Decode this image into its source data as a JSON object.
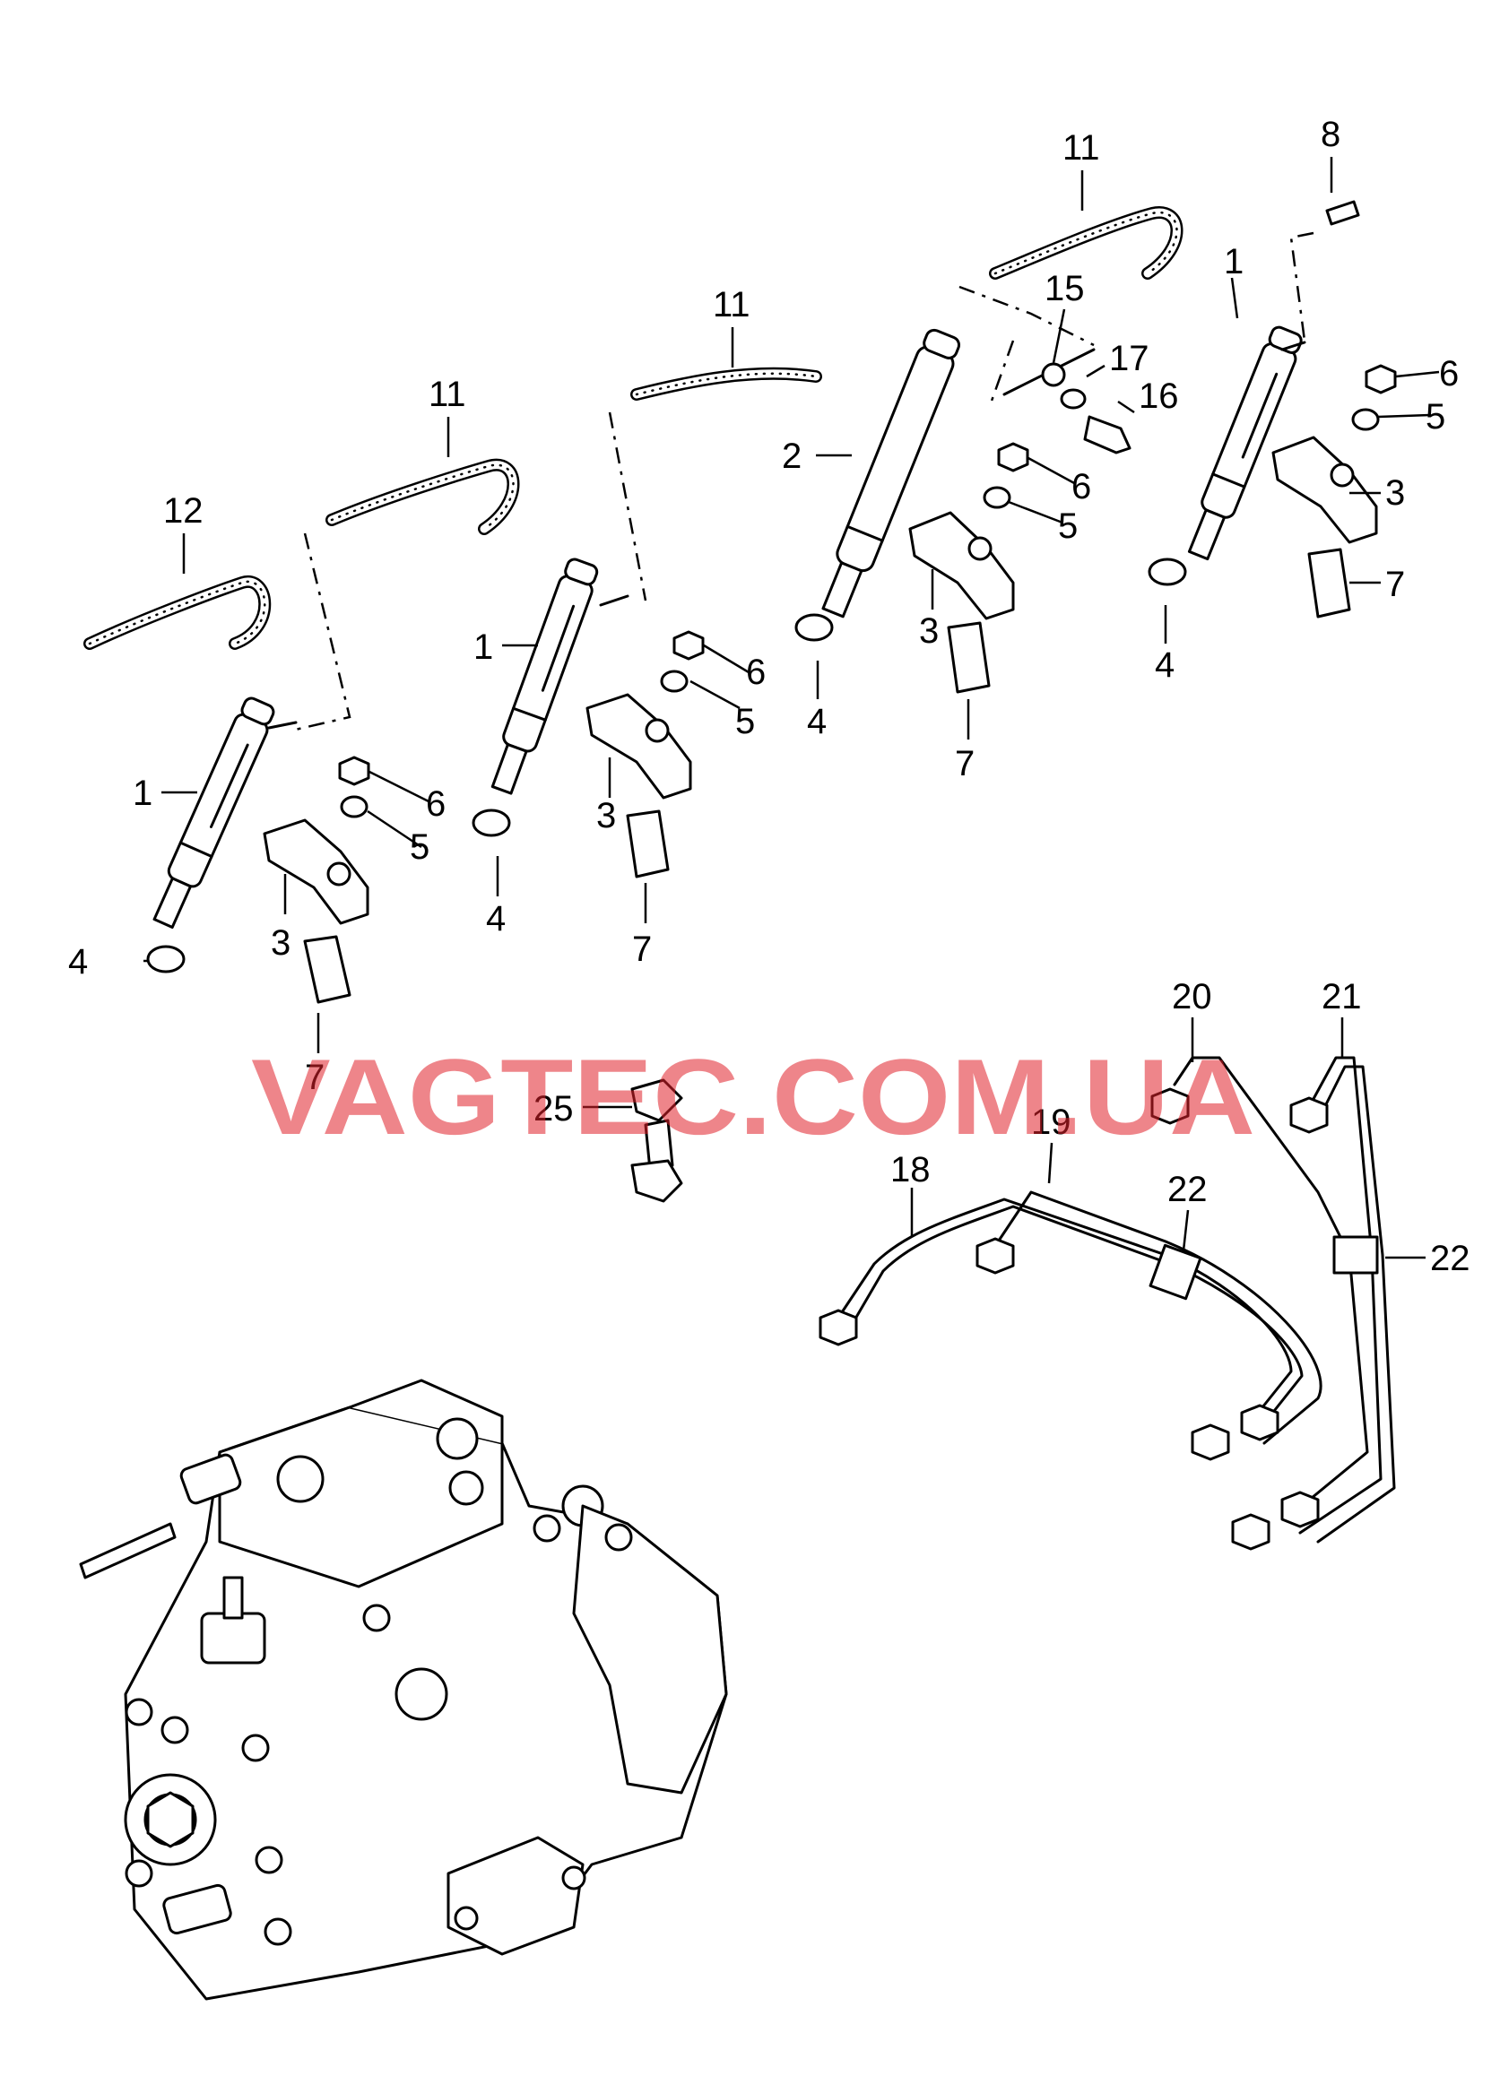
{
  "watermark": "VAGTEC.COM.UA",
  "callouts": {
    "c1a": "1",
    "c1b": "1",
    "c1c": "1",
    "c2": "2",
    "c3a": "3",
    "c3b": "3",
    "c3c": "3",
    "c3d": "3",
    "c4a": "4",
    "c4b": "4",
    "c4c": "4",
    "c4d": "4",
    "c5a": "5",
    "c5b": "5",
    "c5c": "5",
    "c5d": "5",
    "c6a": "6",
    "c6b": "6",
    "c6c": "6",
    "c6d": "6",
    "c7a": "7",
    "c7b": "7",
    "c7c": "7",
    "c7d": "7",
    "c8": "8",
    "c11a": "11",
    "c11b": "11",
    "c11c": "11",
    "c12": "12",
    "c15": "15",
    "c16": "16",
    "c17": "17",
    "c18": "18",
    "c19": "19",
    "c20": "20",
    "c21": "21",
    "c22a": "22",
    "c22b": "22",
    "c25": "25"
  },
  "colors": {
    "line": "#000000",
    "background": "#ffffff",
    "watermark": "#e0202a"
  }
}
